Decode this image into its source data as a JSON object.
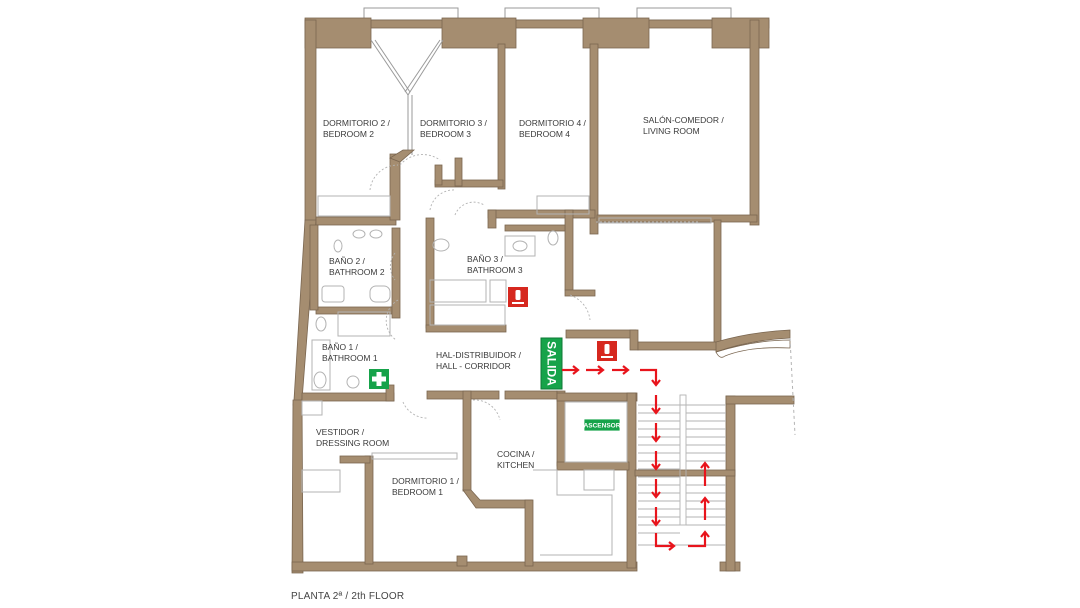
{
  "colors": {
    "wall": "#a58d70",
    "wall_stroke": "#7a6650",
    "fixture": "#b3b3b3",
    "arrow": "#e8141c",
    "exit_sign": "#16a34a",
    "extinguisher_sign": "#d6281f",
    "label": "#3a3a3a"
  },
  "rooms": {
    "dormitorio2": [
      "DORMITORIO 2 /",
      "BEDROOM 2"
    ],
    "dormitorio3": [
      "DORMITORIO 3 /",
      "BEDROOM 3"
    ],
    "dormitorio4": [
      "DORMITORIO 4 /",
      "BEDROOM 4"
    ],
    "salon": [
      "SALÓN-COMEDOR /",
      "LIVING ROOM"
    ],
    "bano2": [
      "BAÑO 2 /",
      "BATHROOM 2"
    ],
    "bano3": [
      "BAÑO 3 /",
      "BATHROOM 3"
    ],
    "bano1": [
      "BAÑO 1 /",
      "BATHROOM 1"
    ],
    "hall": [
      "HAL-DISTRIBUIDOR /",
      "HALL - CORRIDOR"
    ],
    "vestidor": [
      "VESTIDOR /",
      "DRESSING ROOM"
    ],
    "dormitorio1": [
      "DORMITORIO 1 /",
      "BEDROOM 1"
    ],
    "cocina": [
      "COCINA /",
      "KITCHEN"
    ]
  },
  "signs": {
    "exit": "SALIDA",
    "elevator": "ASCENSOR",
    "first_aid": "first-aid-cross-icon",
    "extinguisher": "fire-extinguisher-icon"
  },
  "caption": "PLANTA 2ª / 2th FLOOR"
}
